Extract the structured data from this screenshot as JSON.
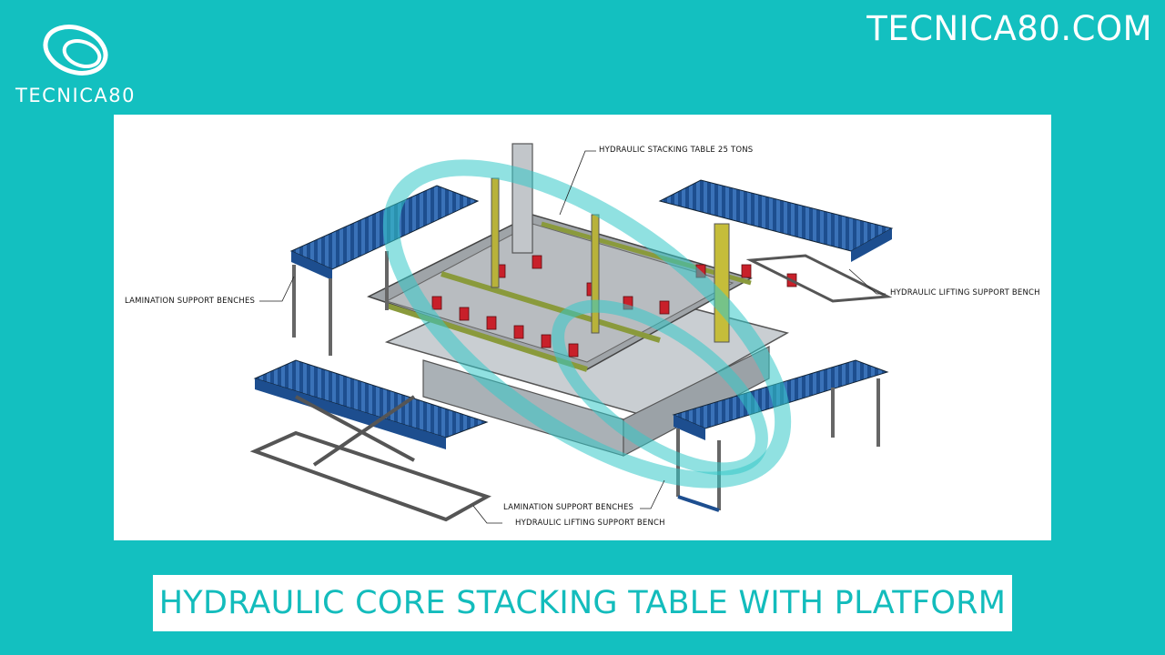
{
  "brand": {
    "logo_text": "TECNICA80",
    "site_url": "TECNICA80.COM",
    "accent_color": "#13c0c0"
  },
  "figure": {
    "icon": "stacking-table-drawing",
    "labels": {
      "hydraulic_stacking_table": "HYDRAULIC STACKING TABLE 25 TONS",
      "lamination_left": "LAMINATION SUPPORT BENCHES",
      "lifting_right": "HYDRAULIC LIFTING SUPPORT BENCH",
      "lamination_bottom": "LAMINATION SUPPORT BENCHES",
      "lifting_bottom": "HYDRAULIC LIFTING SUPPORT BENCH"
    }
  },
  "caption": {
    "title": "HYDRAULIC CORE STACKING TABLE WITH PLATFORM"
  }
}
